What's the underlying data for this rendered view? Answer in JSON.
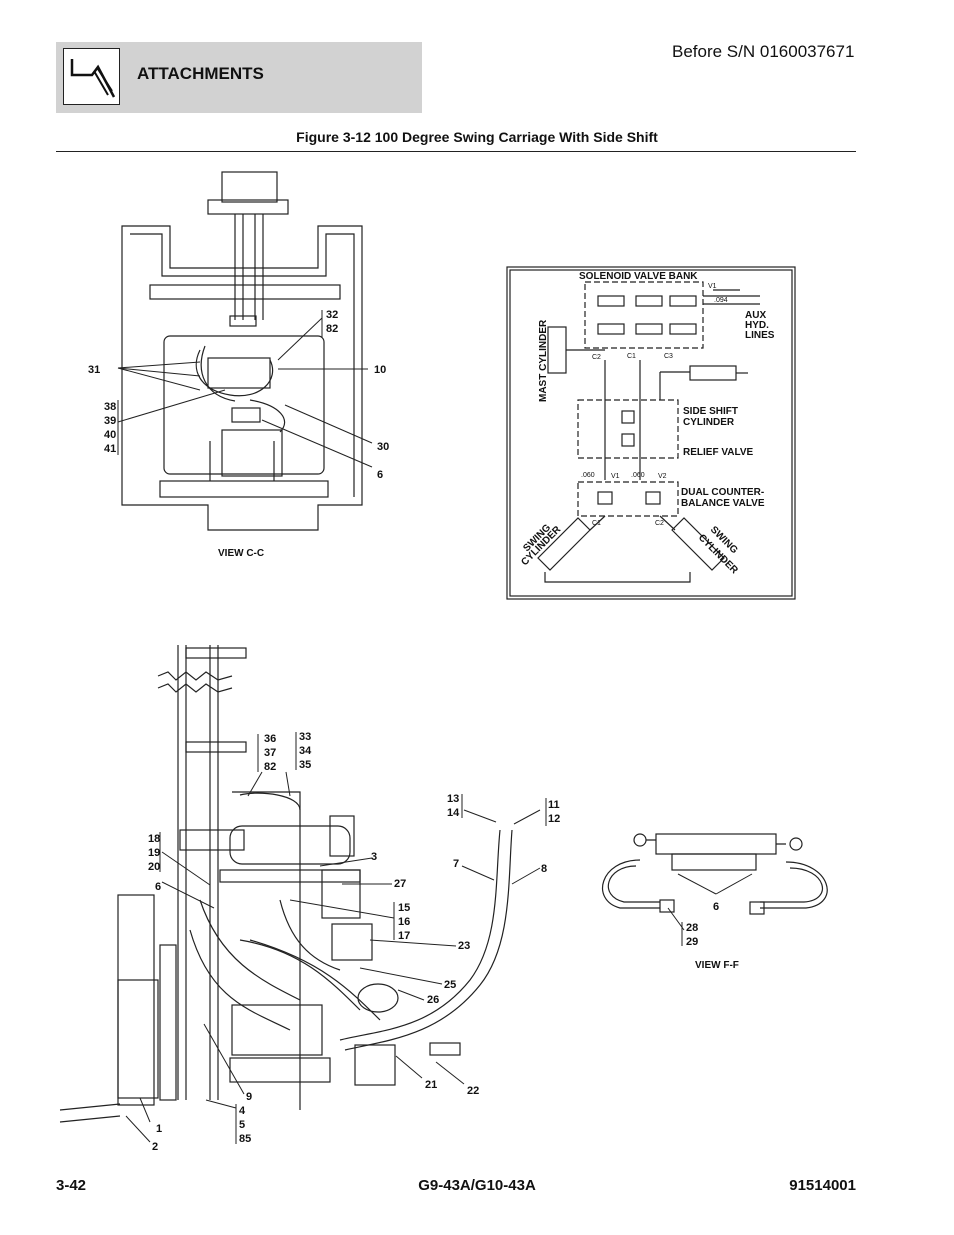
{
  "header": {
    "section": "ATTACHMENTS",
    "serial": "Before S/N 0160037671",
    "icon": "attachment-hand-icon"
  },
  "figure": {
    "title": "Figure 3-12 100 Degree Swing Carriage With Side Shift"
  },
  "view_cc": {
    "label": "VIEW C-C",
    "callouts": [
      "32",
      "82",
      "31",
      "10",
      "38",
      "39",
      "40",
      "41",
      "30",
      "6"
    ]
  },
  "schematic": {
    "solenoid_valve_bank": "SOLENOID VALVE BANK",
    "mast_cylinder": "MAST CYLINDER",
    "aux_hyd": "AUX",
    "aux_hyd2": "HYD.",
    "aux_hyd3": "LINES",
    "side_shift": "SIDE SHIFT",
    "side_shift2": "CYLINDER",
    "relief_valve": "RELIEF VALVE",
    "dual_cb": "DUAL COUNTER-",
    "dual_cb2": "BALANCE VALVE",
    "swing_cyl_a": "SWING",
    "swing_cyl_b": "CYLINDER",
    "port_v1": "V1",
    "port_094": ".094",
    "port_c2": "C2",
    "port_c1": "C1",
    "port_c3": "C3",
    "orifice_a": ".060",
    "orifice_b": ".060",
    "port_v1b": "V1",
    "port_v2": "V2",
    "port_c1b": "C1",
    "port_c2b": "C2"
  },
  "main_view": {
    "callouts": [
      "36",
      "37",
      "82",
      "33",
      "34",
      "35",
      "13",
      "14",
      "11",
      "12",
      "18",
      "19",
      "20",
      "6",
      "3",
      "7",
      "8",
      "27",
      "15",
      "16",
      "17",
      "23",
      "25",
      "26",
      "21",
      "22",
      "9",
      "4",
      "5",
      "85",
      "1",
      "2"
    ]
  },
  "view_ff": {
    "label": "VIEW F-F",
    "callouts": [
      "6",
      "28",
      "29"
    ]
  },
  "footer": {
    "page": "3-42",
    "model": "G9-43A/G10-43A",
    "part_number": "91514001"
  }
}
